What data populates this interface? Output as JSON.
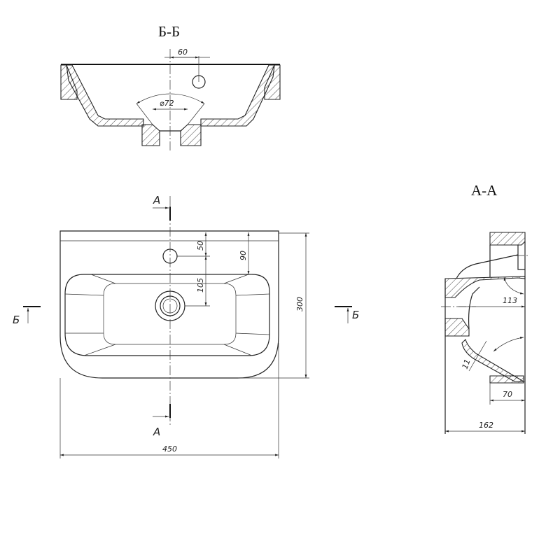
{
  "sections": {
    "bb_title": "Б-Б",
    "aa_title": "А-А",
    "marker_a": "А",
    "marker_b": "Б"
  },
  "dimensions": {
    "bb_hole_offset": "60",
    "bb_drain_diameter": "⌀72",
    "plan_width": "450",
    "plan_depth": "300",
    "plan_tap_offset": "50",
    "plan_edge_offset": "90",
    "plan_drain_offset": "105",
    "aa_depth": "113",
    "aa_wall": "11",
    "aa_base": "70",
    "aa_total": "162"
  }
}
